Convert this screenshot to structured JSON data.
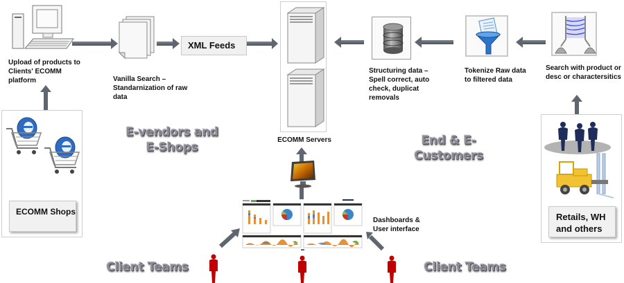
{
  "nodes": {
    "upload": {
      "label": "Upload of products  to Clients' ECOMM platform",
      "icon": "desktop-computer-icon"
    },
    "vanilla": {
      "label": "Vanilla Search – Standarnization of raw data",
      "icon": "documents-icon"
    },
    "xml": {
      "label": "XML Feeds"
    },
    "servers": {
      "label": "ECOMM Servers",
      "icon": "server-tower-icon"
    },
    "structuring": {
      "label": "Structuring data – Spell correct,  auto check, duplicat removals",
      "icon": "database-icon"
    },
    "tokenize": {
      "label": "Tokenize Raw data to filtered data",
      "icon": "funnel-filter-icon"
    },
    "search": {
      "label": "Search with product  or  desc or charactersitics",
      "icon": "search-net-icon"
    },
    "shops": {
      "label": "ECOMM Shops",
      "icon": "shopping-cart-icon"
    },
    "retails": {
      "label": "Retails, WH and others",
      "icon": "forklift-icon"
    },
    "dashboards": {
      "label": "Dashboards & User interface",
      "icon": "dashboard-icon"
    }
  },
  "groups": {
    "vendors": "E-vendors and E-Shops",
    "customers": "End & E-Customers",
    "client_left": "Client Teams",
    "client_right": "Client Teams"
  },
  "colors": {
    "arrow": "#5f6670",
    "person_red": "#c00000",
    "person_navy": "#1f2d5a",
    "group_text": "#8e8c96"
  }
}
